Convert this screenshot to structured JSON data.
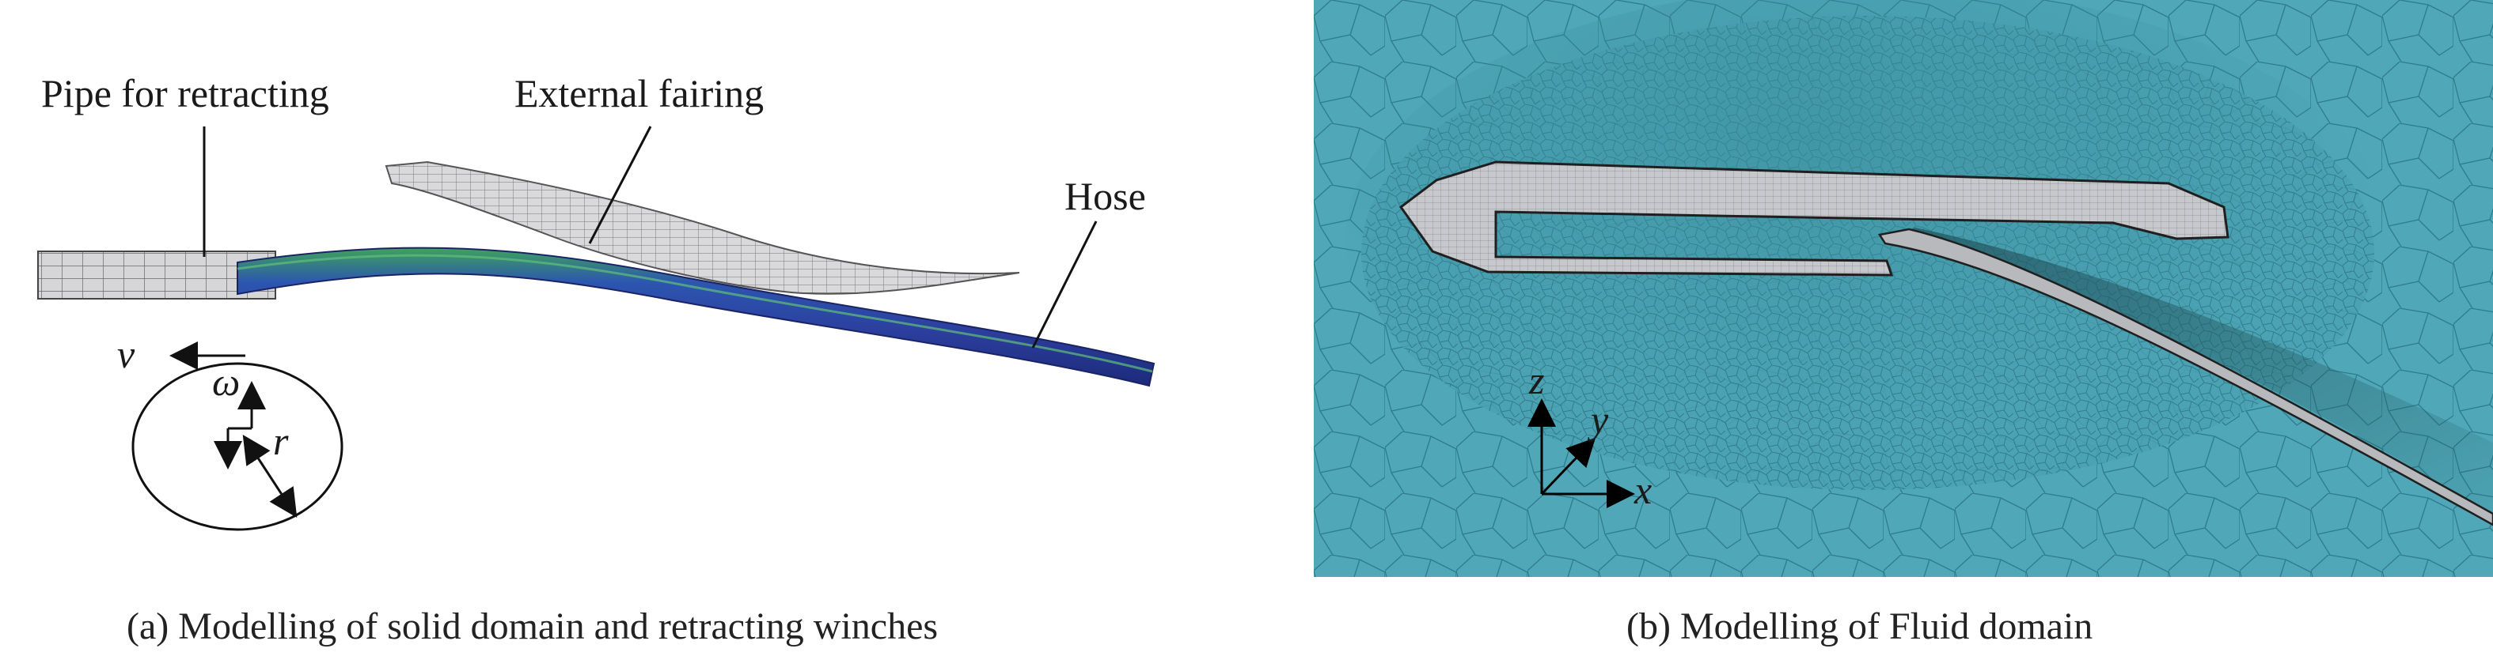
{
  "panel_a": {
    "labels": {
      "pipe": "Pipe for retracting",
      "fairing": "External fairing",
      "hose": "Hose"
    },
    "symbols": {
      "v": "v",
      "omega": "ω",
      "r": "r"
    },
    "caption": "(a) Modelling of solid domain and retracting winches"
  },
  "panel_b": {
    "axes": {
      "z": "z",
      "y": "y",
      "x": "x"
    },
    "caption": "(b) Modelling of Fluid domain"
  },
  "colors": {
    "hose_blue": "#2c3f9e",
    "hose_green": "#3fa35a",
    "fluid_bg": "#4fa7b7",
    "mesh_line": "#2f7f8f",
    "solid_grey": "#c9c9cc"
  }
}
